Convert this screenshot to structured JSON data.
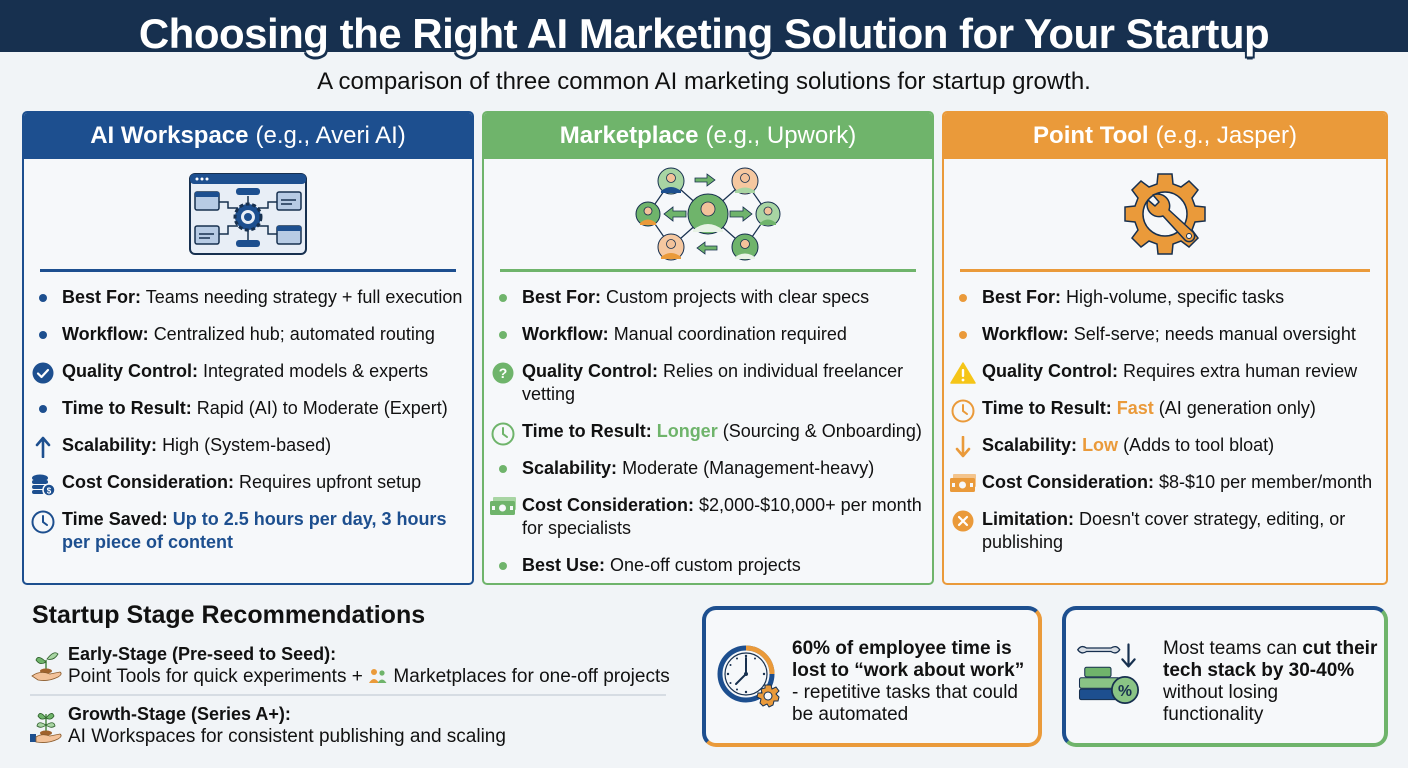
{
  "header": {
    "title": "Choosing the Right AI Marketing Solution for Your Startup",
    "subtitle": "A comparison of three common AI marketing solutions for startup growth."
  },
  "colors": {
    "navy": "#17304f",
    "blue": "#1d4f8f",
    "green": "#6fb46b",
    "orange": "#ea9a3a",
    "yellow": "#f5c518",
    "background": "#f1f4f7"
  },
  "cards": [
    {
      "name": "AI Workspace",
      "example": "(e.g., Averi AI)",
      "hero_icon": "workflow-hub-icon",
      "rows": [
        {
          "icon": "bullet-dot",
          "label": "Best For:",
          "value": "Teams needing strategy + full execution"
        },
        {
          "icon": "bullet-dot",
          "label": "Workflow:",
          "value": "Centralized hub; automated routing"
        },
        {
          "icon": "check-circle-icon",
          "label": "Quality Control:",
          "value": "Integrated models & experts"
        },
        {
          "icon": "bullet-dot",
          "label": "Time to Result:",
          "value": "Rapid (AI) to Moderate (Expert)"
        },
        {
          "icon": "arrow-up-icon",
          "label": "Scalability:",
          "value": "High (System-based)"
        },
        {
          "icon": "coins-icon",
          "label": "Cost Consideration:",
          "value": "Requires upfront setup"
        },
        {
          "icon": "clock-icon",
          "label": "Time Saved:",
          "highlight": "Up to 2.5 hours per day, 3 hours per piece of content"
        }
      ]
    },
    {
      "name": "Marketplace",
      "example": "(e.g., Upwork)",
      "hero_icon": "freelancer-network-icon",
      "rows": [
        {
          "icon": "bullet-dot",
          "label": "Best For:",
          "value": "Custom projects with clear specs"
        },
        {
          "icon": "bullet-dot",
          "label": "Workflow:",
          "value": "Manual coordination required"
        },
        {
          "icon": "question-circle-icon",
          "label": "Quality Control:",
          "value": "Relies on individual freelancer vetting"
        },
        {
          "icon": "clock-icon",
          "label": "Time to Result:",
          "highlight": "Longer",
          "value": "(Sourcing & Onboarding)"
        },
        {
          "icon": "bullet-dot",
          "label": "Scalability:",
          "value": "Moderate (Management-heavy)"
        },
        {
          "icon": "cash-icon",
          "label": "Cost Consideration:",
          "value": "$2,000-$10,000+ per month for specialists"
        },
        {
          "icon": "bullet-dot",
          "label": "Best Use:",
          "value": "One-off custom projects"
        }
      ]
    },
    {
      "name": "Point Tool",
      "example": "(e.g., Jasper)",
      "hero_icon": "gear-wrench-icon",
      "rows": [
        {
          "icon": "bullet-dot",
          "label": "Best For:",
          "value": "High-volume, specific tasks"
        },
        {
          "icon": "bullet-dot",
          "label": "Workflow:",
          "value": "Self-serve; needs manual oversight"
        },
        {
          "icon": "warning-icon",
          "label": "Quality Control:",
          "value": "Requires extra human review"
        },
        {
          "icon": "clock-icon",
          "label": "Time to Result:",
          "highlight": "Fast",
          "value": "(AI generation only)"
        },
        {
          "icon": "arrow-down-icon",
          "label": "Scalability:",
          "highlight": "Low",
          "value": "(Adds to tool bloat)"
        },
        {
          "icon": "cash-icon",
          "label": "Cost Consideration:",
          "value": "$8-$10 per member/month"
        },
        {
          "icon": "x-circle-icon",
          "label": "Limitation:",
          "value": "Doesn't cover strategy, editing, or publishing"
        }
      ]
    }
  ],
  "stages": {
    "title": "Startup Stage Recommendations",
    "items": [
      {
        "icon": "seedling-hand-icon",
        "heading": "Early-Stage (Pre-seed to Seed):",
        "body_a": "Point Tools for quick experiments +",
        "inline_icon": "people-icon",
        "body_b": "Marketplaces for one-off projects"
      },
      {
        "icon": "plant-hand-icon",
        "heading": "Growth-Stage (Series A+):",
        "body_a": "AI Workspaces for consistent publishing and scaling"
      }
    ]
  },
  "stats": [
    {
      "icon": "clock-gear-icon",
      "bold": "60% of employee time is lost to “work about work”",
      "rest": " - repetitive tasks that could be automated"
    },
    {
      "icon": "tech-stack-cut-icon",
      "pre": "Most teams can ",
      "bold": "cut their tech stack by 30-40%",
      "rest": " without losing functionality"
    }
  ]
}
